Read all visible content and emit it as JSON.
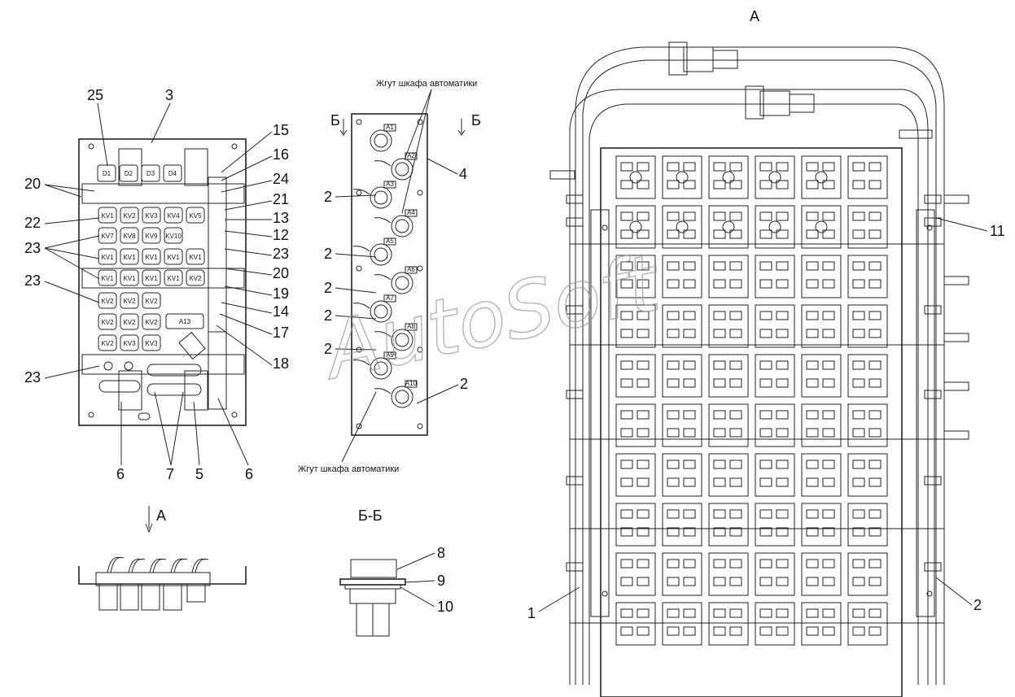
{
  "views": {
    "view_a_title": "А",
    "view_a_arrow": "А",
    "section_title": "Б-Б",
    "section_mark_left": "Б",
    "section_mark_right": "Б"
  },
  "notes": {
    "harness_top": "Жгут шкафа автоматики",
    "harness_bottom": "Жгут шкафа автоматики"
  },
  "panel_left": {
    "diodes": [
      "D1",
      "D2",
      "D3",
      "D4"
    ],
    "relay_rows": [
      [
        "KV1",
        "KV2",
        "KV3",
        "KV4",
        "KV5"
      ],
      [
        "KV7",
        "KV8",
        "KV9",
        "KV10"
      ],
      [
        "KV1",
        "KV1",
        "KV1",
        "KV1",
        "KV1"
      ],
      [
        "KV1",
        "KV1",
        "KV1",
        "KV1",
        "KV2"
      ],
      [
        "KV2",
        "KV2",
        "KV2"
      ],
      [
        "KV2",
        "KV2",
        "KV2"
      ],
      [
        "KV2",
        "KV3",
        "KV3"
      ]
    ],
    "module_label": "A13"
  },
  "panel_middle": {
    "connectors": [
      "A1",
      "A2",
      "A3",
      "A4",
      "A5",
      "A6",
      "A7",
      "A8",
      "A9",
      "A10"
    ]
  },
  "callouts": {
    "n25": "25",
    "n3": "3",
    "n15": "15",
    "n16": "16",
    "n24": "24",
    "n21": "21",
    "n13": "13",
    "n12": "12",
    "n20a": "20",
    "n22": "22",
    "n23a": "23",
    "n23b": "23",
    "n23c": "23",
    "n20b": "20",
    "n19": "19",
    "n14": "14",
    "n17": "17",
    "n18": "18",
    "n23d": "23",
    "n6a": "6",
    "n7": "7",
    "n5": "5",
    "n6b": "6",
    "n4": "4",
    "n2a": "2",
    "n2b": "2",
    "n2c": "2",
    "n2d": "2",
    "n2e": "2",
    "n2f": "2",
    "n8": "8",
    "n9": "9",
    "n10": "10",
    "n11": "11",
    "n1": "1",
    "n2g": "2"
  },
  "watermark": "AutoSoft",
  "colors": {
    "line": "#222222",
    "watermark": "#9a9a9a",
    "background": "#ffffff"
  }
}
